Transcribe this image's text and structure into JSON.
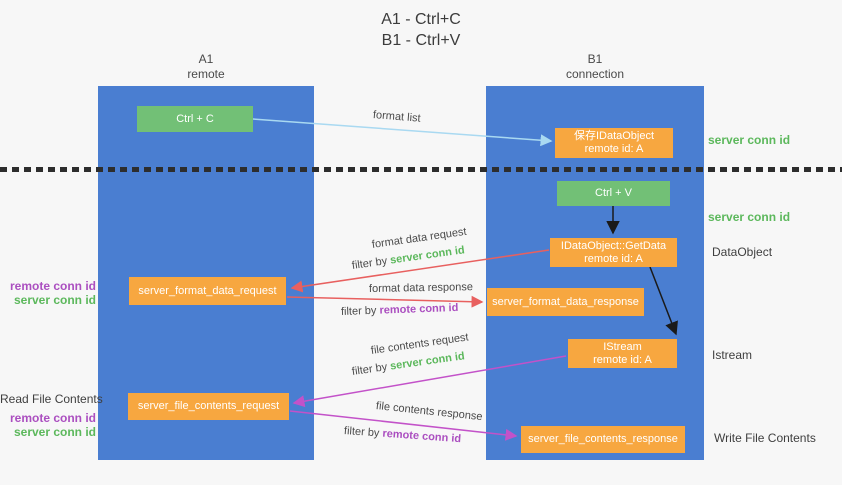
{
  "title": {
    "line1": "A1 - Ctrl+C",
    "line2": "B1 - Ctrl+V"
  },
  "columns": {
    "left": {
      "name": "A1",
      "role": "remote"
    },
    "right": {
      "name": "B1",
      "role": "connection"
    }
  },
  "nodes": {
    "ctrl_c": {
      "label": "Ctrl + C"
    },
    "save_idataobject": {
      "line1": "保存IDataObject",
      "line2": "remote id: A"
    },
    "ctrl_v": {
      "label": "Ctrl + V"
    },
    "getdata": {
      "line1": "IDataObject::GetData",
      "line2": "remote id: A"
    },
    "format_request": {
      "label": "server_format_data_request"
    },
    "format_response": {
      "label": "server_format_data_response"
    },
    "istream": {
      "line1": "IStream",
      "line2": "remote id: A"
    },
    "file_request": {
      "label": "server_file_contents_request"
    },
    "file_response": {
      "label": "server_file_contents_response"
    }
  },
  "side_labels": {
    "server_conn_id_top": "server conn id",
    "server_conn_id_mid": "server conn id",
    "dataobject": "DataObject",
    "istream": "Istream",
    "write_file_contents": "Write File Contents",
    "read_file_contents": "Read File Contents",
    "left_request_remote": "remote conn id",
    "left_request_server": "server conn id",
    "left_file_remote": "remote conn id",
    "left_file_server": "server conn id"
  },
  "arrows": {
    "format_list": {
      "label": "format list"
    },
    "format_data_request": {
      "label": "format data request",
      "filter_prefix": "filter by",
      "filter_key": "server conn id"
    },
    "format_data_response": {
      "label": "format data response",
      "filter_prefix": "filter by",
      "filter_key": "remote conn id"
    },
    "file_contents_request": {
      "label": "file contents request",
      "filter_prefix": "filter by",
      "filter_key": "server conn id"
    },
    "file_contents_response": {
      "label": "file contents response",
      "filter_prefix": "filter by",
      "filter_key": "remote conn id"
    }
  },
  "colors": {
    "column_blue": "#4a7ed1",
    "node_green": "#72c076",
    "node_orange": "#f7a740",
    "green_text": "#5cb85c",
    "purple_text": "#ab4fc0",
    "red_arrow": "#e8605f",
    "magenta_arrow": "#c352c9",
    "light_blue_arrow": "#a9d9f1",
    "black_arrow": "#1a1a1a",
    "background": "#f7f7f7"
  }
}
